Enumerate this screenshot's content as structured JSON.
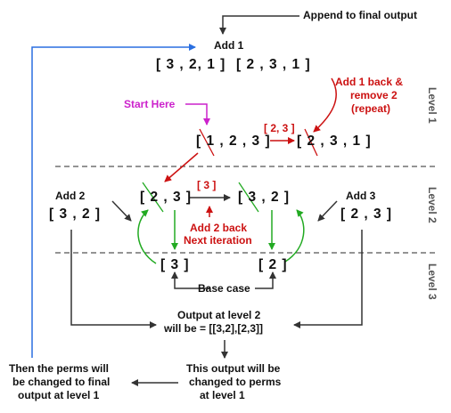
{
  "labels": {
    "append_final": "Append to final output",
    "add1": "Add 1",
    "perm_321": "[ 3 , 2, 1 ]",
    "perm_231_top": "[ 2 , 3 , 1 ]",
    "add1_back": "Add 1 back &",
    "remove2": "remove 2",
    "repeat": "(repeat)",
    "start_here": "Start Here",
    "swap_23_top": "[ 2, 3 ]",
    "perm_123": "[ 1 , 2 , 3 ]",
    "perm_231_mid": "[ 2 , 3 , 1 ]",
    "add2": "Add 2",
    "perm_32_left": "[ 3 , 2 ]",
    "perm_23": "[ 2 , 3 ]",
    "swap_3": "[ 3 ]",
    "perm_32": "[ 3 , 2 ]",
    "add3": "Add 3",
    "perm_23_right": "[ 2 , 3 ]",
    "add2_back": "Add 2 back",
    "next_iter": "Next iteration",
    "leaf_3": "[ 3 ]",
    "leaf_2": "[ 2 ]",
    "base_case": "Base case",
    "output_l2_a": "Output at level 2",
    "output_l2_b": "will be = [[3,2],[2,3]]",
    "changed_a": "This output will be",
    "changed_b": "changed to perms",
    "changed_c": "at level 1",
    "then_a": "Then the perms will",
    "then_b": "be changed to final",
    "then_c": "output at level 1",
    "level1": "Level 1",
    "level2": "Level 2",
    "level3": "Level 3"
  },
  "colors": {
    "black_arrow": "#333333",
    "red": "#cc1111",
    "green": "#22aa22",
    "blue": "#2a6fe0",
    "magenta": "#cc22cc",
    "dashed": "#555555"
  }
}
